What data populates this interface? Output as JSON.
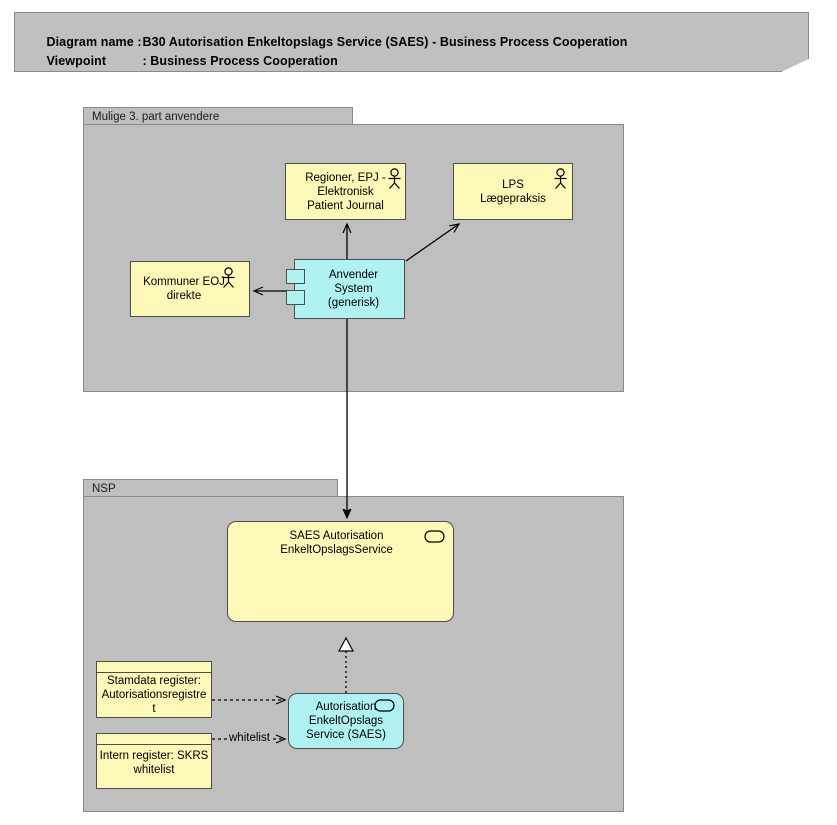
{
  "header": {
    "diagram_name_label": "Diagram name :",
    "diagram_name_value": "B30 Autorisation Enkeltopslags Service (SAES) - Business Process Cooperation",
    "viewpoint_label": "Viewpoint",
    "viewpoint_value": ": Business Process Cooperation"
  },
  "groups": [
    {
      "id": "group-3part",
      "label": "Mulige 3. part anvendere"
    },
    {
      "id": "group-nsp",
      "label": "NSP"
    }
  ],
  "nodes": [
    {
      "id": "node-regioner",
      "label": "Regioner, EPJ -\nElektronisk\nPatient Journal",
      "type": "business-actor",
      "color": "#fbf8b8",
      "icon": "actor-icon",
      "group": "group-3part"
    },
    {
      "id": "node-lps",
      "label": "LPS\nLægepraksis",
      "type": "business-actor",
      "color": "#fbf8b8",
      "icon": "actor-icon",
      "group": "group-3part"
    },
    {
      "id": "node-kommuner",
      "label": "Kommuner EOJ\ndirekte",
      "type": "business-actor",
      "color": "#fbf8b8",
      "icon": "actor-icon",
      "group": "group-3part"
    },
    {
      "id": "node-anvender",
      "label": "Anvender System\n(generisk)",
      "type": "application-component",
      "color": "#b0f2f2",
      "icon": "component-icon",
      "group": "group-3part"
    },
    {
      "id": "node-saes-svc",
      "label": "SAES Autorisation\nEnkeltOpslagsService",
      "type": "application-service",
      "color": "#fbf8b8",
      "icon": "service-oval-icon",
      "group": "group-nsp"
    },
    {
      "id": "node-stamdata",
      "label": "Stamdata register:\nAutorisationsregistre\nt",
      "type": "data-object",
      "color": "#fbf8b8",
      "icon": "data-object-icon",
      "group": "group-nsp"
    },
    {
      "id": "node-intern",
      "label": "Intern register: SKRS\nwhitelist",
      "type": "data-object",
      "color": "#fbf8b8",
      "icon": "data-object-icon",
      "group": "group-nsp"
    },
    {
      "id": "node-aeos",
      "label": "Autorisation\nEnkeltOpslags\nService (SAES)",
      "type": "application-service",
      "color": "#b0f2f2",
      "icon": "service-oval-icon",
      "group": "group-nsp"
    }
  ],
  "edges": [
    {
      "id": "edge-anvender-regioner",
      "from": "node-anvender",
      "to": "node-regioner",
      "style": "solid",
      "arrow": "open",
      "label": ""
    },
    {
      "id": "edge-anvender-lps",
      "from": "node-anvender",
      "to": "node-lps",
      "style": "solid",
      "arrow": "open",
      "label": ""
    },
    {
      "id": "edge-anvender-kommuner",
      "from": "node-anvender",
      "to": "node-kommuner",
      "style": "solid",
      "arrow": "open",
      "label": ""
    },
    {
      "id": "edge-anvender-saes",
      "from": "node-anvender",
      "to": "node-saes-svc",
      "style": "solid",
      "arrow": "filled",
      "label": ""
    },
    {
      "id": "edge-aeos-saes",
      "from": "node-aeos",
      "to": "node-saes-svc",
      "style": "dotted",
      "arrow": "triangle",
      "label": ""
    },
    {
      "id": "edge-stamdata-aeos",
      "from": "node-stamdata",
      "to": "node-aeos",
      "style": "dashed",
      "arrow": "open",
      "label": ""
    },
    {
      "id": "edge-intern-aeos",
      "from": "node-intern",
      "to": "node-aeos",
      "style": "dashed",
      "arrow": "open",
      "label": "whitelist"
    }
  ],
  "edge_labels": {
    "whitelist": "whitelist"
  },
  "colors": {
    "background": "#ffffff",
    "group_fill": "#bfbfbf",
    "group_border": "#8a8a8a",
    "banner_fill": "#c0c0c0",
    "node_yellow": "#fbf8b8",
    "node_cyan": "#b0f2f2",
    "node_border": "#4d4d4d",
    "connector": "#000000"
  }
}
